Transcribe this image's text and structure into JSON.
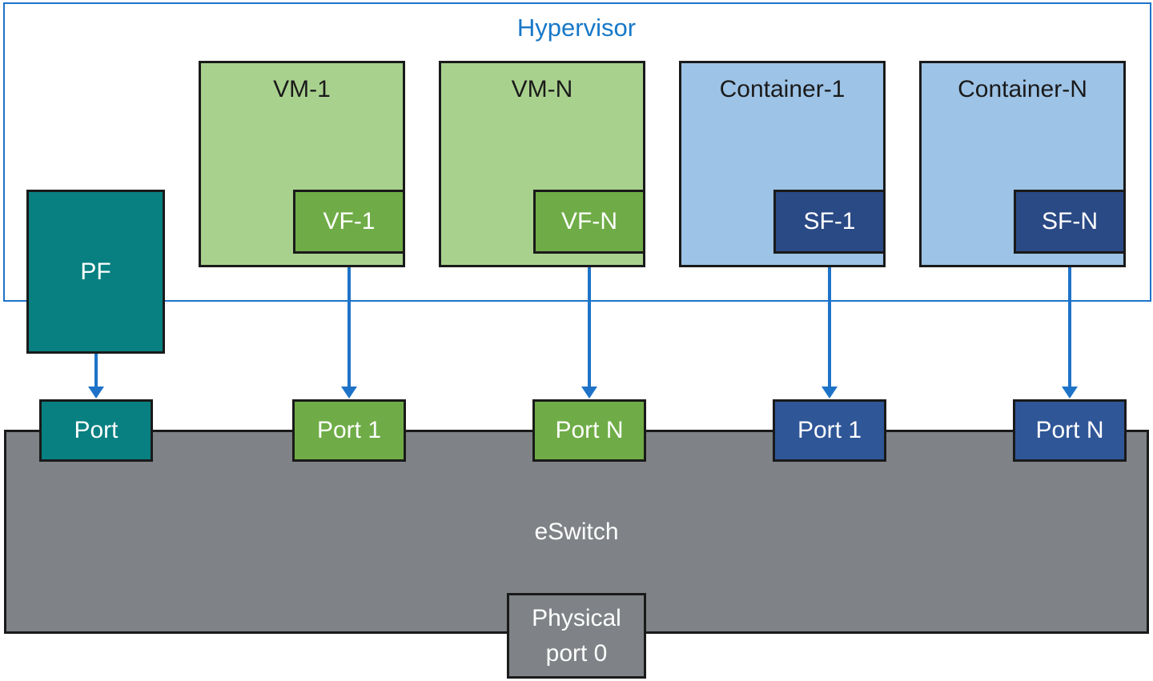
{
  "diagram": {
    "title": "Hypervisor",
    "pf": {
      "label": "PF",
      "port_label": "Port"
    },
    "vms": [
      {
        "label": "VM-1",
        "function_label": "VF-1",
        "port_label": "Port 1"
      },
      {
        "label": "VM-N",
        "function_label": "VF-N",
        "port_label": "Port N"
      }
    ],
    "containers": [
      {
        "label": "Container-1",
        "function_label": "SF-1",
        "port_label": "Port 1"
      },
      {
        "label": "Container-N",
        "function_label": "SF-N",
        "port_label": "Port N"
      }
    ],
    "eswitch": {
      "label": "eSwitch",
      "physical_port_line1": "Physical",
      "physical_port_line2": "port 0"
    }
  },
  "colors": {
    "blue_line": "#1E73C8",
    "blue_text": "#1778C8",
    "border_dark": "#1A1A1A",
    "teal": "#088081",
    "light_green": "#A9D18E",
    "green": "#6FAC47",
    "light_blue": "#9DC3E6",
    "navy": "#2A4A85",
    "port_blue": "#2F5697",
    "gray": "#7F8286"
  }
}
